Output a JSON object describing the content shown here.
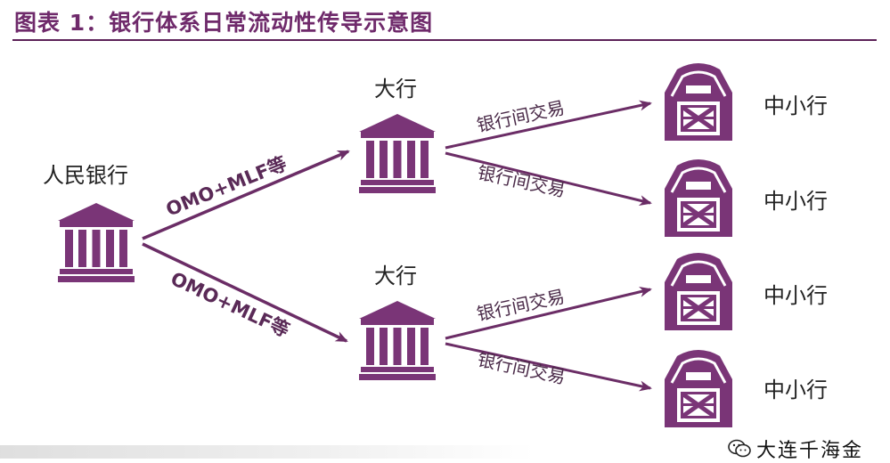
{
  "title": "图表 1：银行体系日常流动性传导示意图",
  "nodes": {
    "central": "人民银行",
    "big_top": "大行",
    "big_bottom": "大行",
    "small": [
      "中小行",
      "中小行",
      "中小行",
      "中小行"
    ]
  },
  "edges": {
    "central_to_big": [
      "OMO+MLF等",
      "OMO+MLF等"
    ],
    "big_to_small": [
      "银行间交易",
      "银行间交易",
      "银行间交易",
      "银行间交易"
    ]
  },
  "watermark": "大连千海金",
  "colors": {
    "primary": "#6f2a6b",
    "icon": "#7a3577",
    "arrow": "#6b2d66"
  },
  "icons": {
    "bank": "bank-building-icon",
    "barn": "barn-icon",
    "wechat": "wechat-icon"
  }
}
